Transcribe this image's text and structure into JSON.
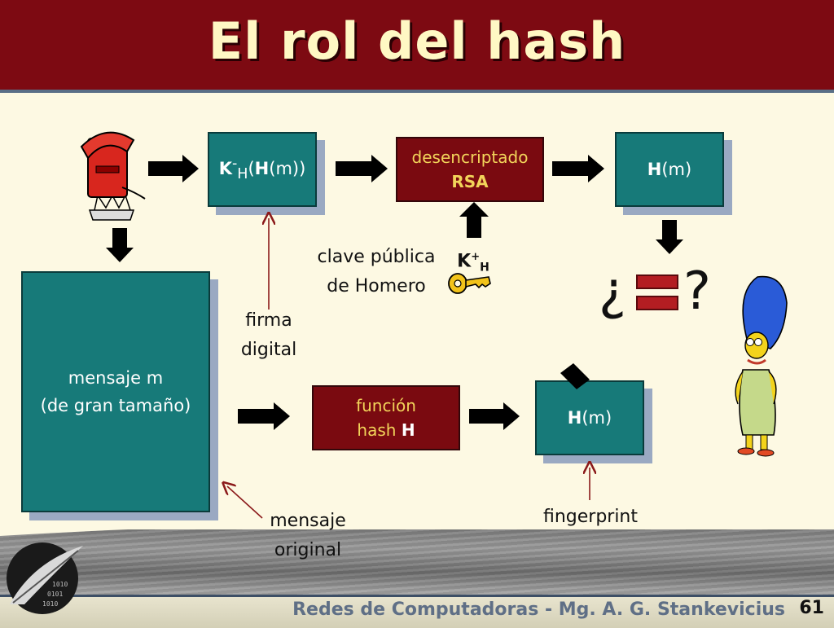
{
  "title": "El rol del hash",
  "boxes": {
    "signed": {
      "k": "K",
      "sup": "-",
      "sub": "H",
      "paren_open": "(",
      "h": "H",
      "rest": "(m))"
    },
    "decrypt": {
      "line1": "desencriptado",
      "line2": "RSA"
    },
    "hm_top": {
      "h": "H",
      "rest": "(m)"
    },
    "message": {
      "line1": "mensaje m",
      "line2": "(de gran tamaño)"
    },
    "hashfn": {
      "line1": "función",
      "line2_prefix": "hash ",
      "line2_bold": "H"
    },
    "hm_bottom": {
      "h": "H",
      "rest": "(m)"
    }
  },
  "labels": {
    "public_key": [
      "clave pública",
      "de Homero"
    ],
    "key_symbol": {
      "k": "K",
      "sup": "+",
      "sub": "H"
    },
    "signature": [
      "firma",
      "digital"
    ],
    "original": [
      "mensaje",
      "original"
    ],
    "fingerprint": "fingerprint",
    "compare_open": "¿",
    "compare_close": "?"
  },
  "footer": {
    "course": "Redes de Computadoras - Mg. A. G. Stankevicius",
    "page": "61"
  },
  "colors": {
    "header": "#7d0a12",
    "teal_box": "#177a79",
    "red_box": "#7a0a10",
    "yellow_text": "#f2d45a",
    "background": "#fdf9e3"
  }
}
